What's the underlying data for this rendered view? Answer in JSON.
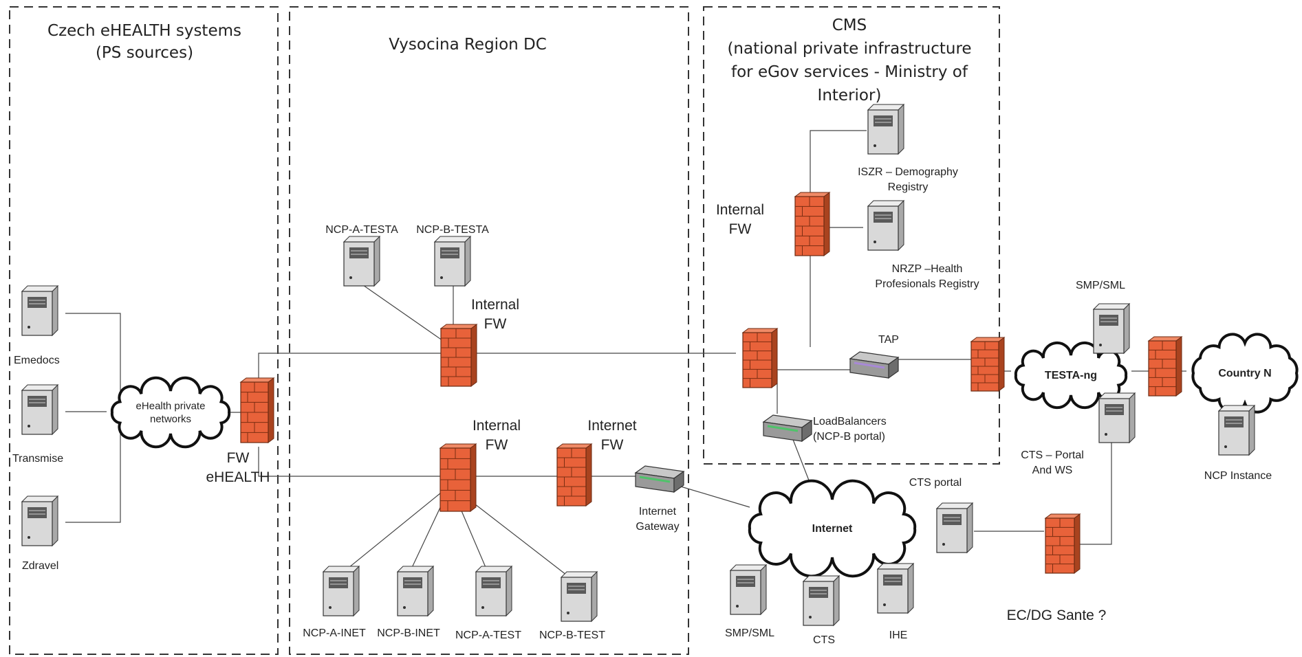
{
  "colors": {
    "firewall": "#e8623a",
    "firewall_dark": "#a9431f",
    "server_body": "#d9d9d9",
    "server_dark": "#5a5a5a",
    "device": "#9a9a9a",
    "device_glow": "#4fc36a",
    "tap_glow": "#a889d6",
    "line": "#444444"
  },
  "zones": {
    "czech": {
      "title_lines": [
        "Czech eHEALTH systems",
        "(PS sources)"
      ]
    },
    "vysocina": {
      "title_lines": [
        "Vysocina Region DC"
      ]
    },
    "cms": {
      "title_lines": [
        "CMS",
        "(national private infrastructure",
        "for eGov services  - Ministry of",
        "Interior)"
      ]
    }
  },
  "clouds": {
    "ehealth": {
      "lines": [
        "eHealth private",
        "networks"
      ]
    },
    "internet": {
      "lines": [
        "Internet"
      ]
    },
    "testa": {
      "lines": [
        "TESTA-ng"
      ]
    },
    "country": {
      "lines": [
        "Country N"
      ]
    }
  },
  "firewalls": {
    "fw_ehealth": {
      "label_lines": [
        "FW",
        "eHEALTH"
      ]
    },
    "fw_testa_internal": {
      "label_lines": [
        "Internal",
        "FW"
      ]
    },
    "fw_inet_internal": {
      "label_lines": [
        "Internal",
        "FW"
      ]
    },
    "fw_internet": {
      "label_lines": [
        "Internet",
        "FW"
      ]
    },
    "fw_cms_internal": {
      "label_lines": [
        "Internal",
        "FW"
      ]
    },
    "fw_cms_entry": {
      "label_lines": []
    },
    "fw_testa_edge": {
      "label_lines": []
    },
    "fw_country": {
      "label_lines": []
    },
    "fw_ecdg": {
      "label_lines": [
        "EC/DG Sante ?"
      ]
    }
  },
  "servers": {
    "emedocs": {
      "label_lines": [
        "Emedocs"
      ]
    },
    "transmise": {
      "label_lines": [
        "Transmise"
      ]
    },
    "zdravel": {
      "label_lines": [
        "Zdravel"
      ]
    },
    "ncp_a_testa": {
      "label_lines": [
        "NCP-A-TESTA"
      ]
    },
    "ncp_b_testa": {
      "label_lines": [
        "NCP-B-TESTA"
      ]
    },
    "ncp_a_inet": {
      "label_lines": [
        "NCP-A-INET"
      ]
    },
    "ncp_b_inet": {
      "label_lines": [
        "NCP-B-INET"
      ]
    },
    "ncp_a_test": {
      "label_lines": [
        "NCP-A-TEST"
      ]
    },
    "ncp_b_test": {
      "label_lines": [
        "NCP-B-TEST"
      ]
    },
    "iszr": {
      "label_lines": [
        "ISZR – Demography",
        "Registry"
      ]
    },
    "nrzp": {
      "label_lines": [
        "NRZP –Health",
        "Profesionals Registry"
      ]
    },
    "smp_sml_top": {
      "label_lines": [
        "SMP/SML"
      ]
    },
    "cts_portal_ws": {
      "label_lines": [
        "CTS – Portal",
        "And WS"
      ]
    },
    "ncp_instance": {
      "label_lines": [
        "NCP Instance"
      ]
    },
    "cts_portal": {
      "label_lines": [
        "CTS portal"
      ]
    },
    "smp_sml_bottom": {
      "label_lines": [
        "SMP/SML"
      ]
    },
    "cts": {
      "label_lines": [
        "CTS"
      ]
    },
    "ihe": {
      "label_lines": [
        "IHE"
      ]
    }
  },
  "devices": {
    "tap": {
      "label_lines": [
        "TAP"
      ]
    },
    "loadbalancers": {
      "label_lines": [
        "LoadBalancers",
        "(NCP-B portal)"
      ]
    },
    "internet_gateway": {
      "label_lines": [
        "Internet",
        "Gateway"
      ]
    }
  }
}
